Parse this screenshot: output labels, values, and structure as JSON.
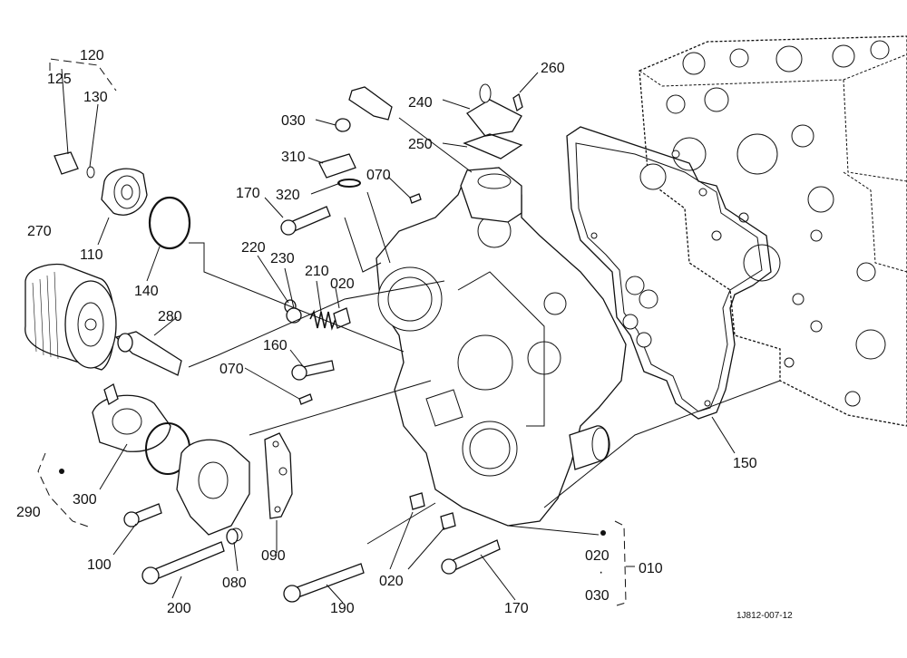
{
  "diagram": {
    "drawing_ref": "1J812-007-12",
    "callouts": [
      "120",
      "125",
      "130",
      "110",
      "140",
      "270",
      "280",
      "290",
      "300",
      "100",
      "200",
      "080",
      "090",
      "190",
      "020",
      "170",
      "150",
      "010",
      "020",
      "030",
      "260",
      "240",
      "250",
      "030",
      "310",
      "320",
      "070",
      "170",
      "220",
      "230",
      "210",
      "020",
      "160",
      "070"
    ],
    "group_separator": "·"
  }
}
